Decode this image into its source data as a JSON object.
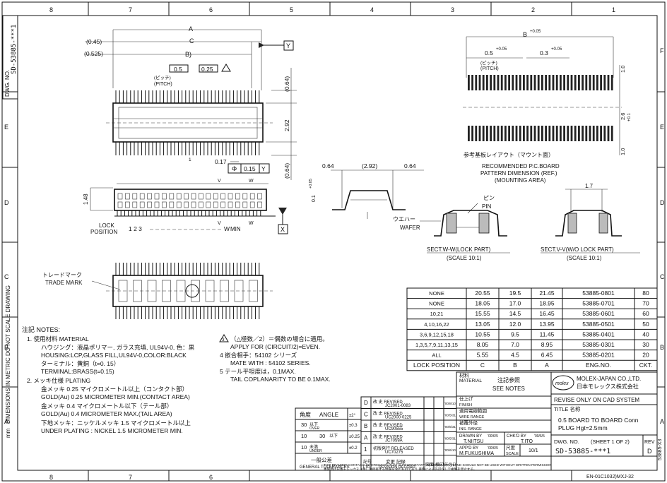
{
  "frame": {
    "cols": [
      "8",
      "7",
      "6",
      "5",
      "4",
      "3",
      "2",
      "1"
    ],
    "rows": [
      "F",
      "E",
      "D",
      "C",
      "B",
      "A"
    ],
    "side_dwg_label": "DWG. NO.",
    "side_dwg_no": "SD-53885-***1",
    "side_note": "DIMENSIONS IN METRIC DO NOT SCALE DRAWING",
    "side_unit": "mm",
    "side_right_no": "53885-X3"
  },
  "top_view": {
    "dimA": "A",
    "dimC": "C",
    "dimB": "B)",
    "d045": "(0.45)",
    "d0525": "(0.525)",
    "pitch_val": "0.5",
    "pitch_jp": "(ピッチ)",
    "pitch_en": "(PITCH)",
    "d025": "0.25",
    "d064a": "(0.64)",
    "d292": "2.92",
    "d064b": "(0.64)",
    "d017": "0.17",
    "gtol_sym": "Φ",
    "gtol_val": "0.15",
    "gtol_ref": "Y",
    "datum_y": "Y",
    "pin1": "1"
  },
  "side_view": {
    "dim148": "1.48",
    "lock_label": "LOCK",
    "position_label": "POSITION",
    "pins": "1 2 3",
    "w": "W",
    "v": "V",
    "min_label": "MIN",
    "datum_x": "X"
  },
  "bottom_view": {
    "trade_jp": "トレードマーク",
    "trade_en": "TRADE MARK"
  },
  "pcb": {
    "dimB": "B",
    "tolB": "+0.05",
    "p05": "0.5",
    "tol05": "+0.05",
    "p03": "0.3",
    "tol03": "+0.05",
    "pitch_jp": "(ピッチ)",
    "pitch_en": "(PITCH)",
    "d10": "1.0",
    "d26": "2.6",
    "tol26": "+0.1",
    "title_jp": "参考基板レイアウト（マウント面）",
    "title_en1": "RECOMMENDED P.C.BOARD",
    "title_en2": "PATTERN DIMENSION (REF.)",
    "title_en3": "(MOUNTING AREA)"
  },
  "front_view": {
    "d064a": "0.64",
    "d292": "(2.92)",
    "d064b": "0.64",
    "d01": "0.1",
    "tol01": "+0.05"
  },
  "sections": {
    "pin_jp": "ピン",
    "pin_en": "PIN",
    "wafer_jp": "ウエハー",
    "wafer_en": "WAFER",
    "d17": "1.7",
    "secW": "SECT.W-W(LOCK PART)",
    "secW_scale": "(SCALE 10:1)",
    "secV": "SECT.V-V(W/O LOCK PART)",
    "secV_scale": "(SCALE 10:1)"
  },
  "notes": {
    "head": "注記 NOTES:",
    "l1": "1. 使用材料 MATERIAL",
    "l2": "ハウジング：液晶ポリマー, ガラス充填, UL94V-0, 色：黒",
    "l3": "HOUSING:LCP,GLASS FILL,UL94V-0,COLOR:BLACK",
    "l4": "ターミナル：黄銅（t=0. 15）",
    "l5": "TERMINAL:BRASS(t=0.15)",
    "l6": "2. メッキ仕様 PLATING",
    "l7": "金メッキ 0.25 マイクロメートル以上（コンタクト部）",
    "l8": "GOLD(Au) 0.25 MICROMETER MIN.(CONTACT AREA)",
    "l9": "金メッキ 0.4 マイクロメートル以下（テール部）",
    "l10": "GOLD(Au) 0.4 MICROMETER MAX.(TAIL AREA)",
    "l11": "下地メッキ：ニッケルメッキ 1.5 マイクロメートル以上",
    "l12": "UNDER PLATING : NICKEL 1.5 MICROMETER MIN.",
    "r1": "（△極数／2）＝偶数の場合に適用。",
    "r2": "APPLY FOR (CIRCUIT/2)=EVEN.",
    "r3": "4 嵌合相手：54102 シリーズ",
    "r4": "MATE WITH : 54102 SERIES.",
    "r5": "5 テール平坦度は，0.1MAX.",
    "r6": "TAIL COPLANARITY TO BE 0.1MAX.",
    "tri": "3"
  },
  "ckt_table": {
    "rows": [
      [
        "NONE",
        "20.55",
        "19.5",
        "21.45",
        "53885-0801",
        "80"
      ],
      [
        "NONE",
        "18.05",
        "17.0",
        "18.95",
        "53885-0701",
        "70"
      ],
      [
        "10,21",
        "15.55",
        "14.5",
        "16.45",
        "53885-0601",
        "60"
      ],
      [
        "4,10,16,22",
        "13.05",
        "12.0",
        "13.95",
        "53885-0501",
        "50"
      ],
      [
        "3,6,9,12,15,18",
        "10.55",
        "9.5",
        "11.45",
        "53885-0401",
        "40"
      ],
      [
        "1,3,5,7,9,11,13,15",
        "8.05",
        "7.0",
        "8.95",
        "53885-0301",
        "30"
      ],
      [
        "ALL",
        "5.55",
        "4.5",
        "6.45",
        "53885-0201",
        "20"
      ]
    ],
    "header": [
      "LOCK POSITION",
      "C",
      "B",
      "A",
      "ENG.NO.",
      "CKT."
    ]
  },
  "tolerance": {
    "angle_jp": "角度",
    "angle_en": "ANGLE",
    "angle_val": "±2°",
    "r1a": "30",
    "r1b": "以下",
    "r1c": "OVER",
    "r1v": "±0.3",
    "r2a": "10",
    "r2b": "30",
    "r2c": "以下",
    "r2v": "±0.25",
    "r3a": "10",
    "r3b": "未満",
    "r3c": "UNDER",
    "r3v": "±0.2",
    "gen_jp": "一般公差",
    "gen_en": "GENERAL TOLERANCES"
  },
  "revisions": {
    "rows": [
      [
        "D",
        "改 史 REVISED",
        "JC2001-0083"
      ],
      [
        "C",
        "改 史 REVISED",
        "UC2000-0225"
      ],
      [
        "B",
        "改 史 REVISED",
        "UC90555"
      ],
      [
        "A",
        "改 史 REVISED",
        "JC7059A"
      ],
      [
        "1",
        "初版発行 RELEASED",
        "UC70275"
      ]
    ],
    "dates": [
      "'00/8/10",
      "'00/5/31",
      "'00/5/31",
      "'00/5/31",
      "'00/6/10"
    ],
    "col_no": "記号",
    "col_ltr": "LTR",
    "col_rec": "変更 記録",
    "col_rec_en": "REVISION RECORD",
    "col_app": "図面",
    "col_ck": "検印",
    "col_date": "年月日"
  },
  "title_block": {
    "material_jp": "材料",
    "material_en": "MATERIAL",
    "see_notes_jp": "注記参照",
    "see_notes": "SEE NOTES",
    "finish_jp": "仕上げ",
    "finish_en": "FINISH",
    "wire_jp": "適用電線範囲",
    "wire_en": "WIRE RANGE",
    "ins_jp": "被覆外径",
    "ins_en": "INS. RANGE",
    "drawn": "DRAWN BY",
    "drawn_name": "T.NIITSU",
    "drawn_date": "'00/6/5",
    "chkd": "CHK'D BY",
    "chkd_name": "T.ITO",
    "chkd_date": "'00/6/5",
    "appd": "APP'D BY",
    "appd_name": "M.FUKUSHIMA",
    "appd_date": "'00/6/5",
    "scale_jp": "尺度",
    "scale_en": "SCALE",
    "scale_val": "10/1",
    "company_en": "MOLEX-JAPAN CO.,LTD.",
    "company_jp": "日本モレックス株式会社",
    "logo": "molex",
    "revise_only": "REVISE ONLY ON CAD SYSTEM",
    "title_label": "TITLE 名称",
    "title1": "0.5 BOARD TO BOARD Conn",
    "title2": "PLUG Hgt=2.5mm",
    "dwg_label": "DWG. NO.",
    "sheet": "(SHEET 1 OF 2)",
    "rev_label": "REV",
    "dwg_no": "SD-53885-***1",
    "rev_val": "D",
    "footer_en": "THIS DRAWING CONTAINS INFORMATION THAT IS PROPRIETARY TO MOLEX-JAPAN AND SHOULD NOT BE USED WITHOUT WRITTEN PERMISSION",
    "footer_jp": "本図面は日本モレックス（株）の所有する情報を含むものであり 書面による許可なしで複製を禁止する。",
    "form_no": "EN-01C1032)MXJ-32"
  }
}
